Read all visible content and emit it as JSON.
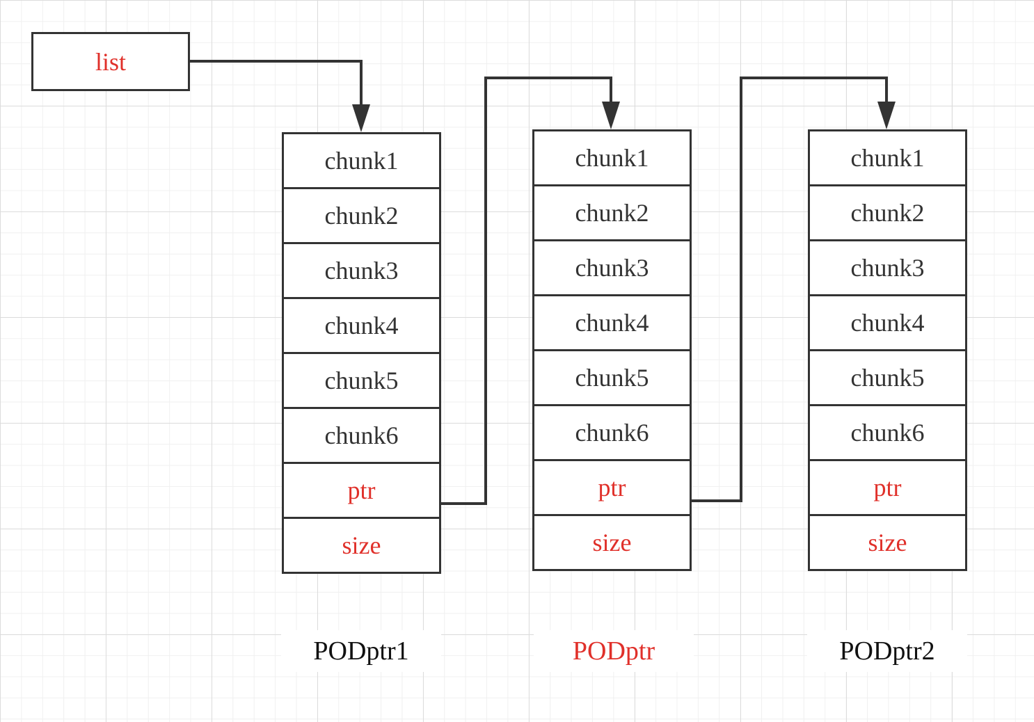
{
  "list": {
    "label": "list"
  },
  "nodes": [
    {
      "cells": [
        "chunk1",
        "chunk2",
        "chunk3",
        "chunk4",
        "chunk5",
        "chunk6",
        "ptr",
        "size"
      ],
      "caption": "PODptr1"
    },
    {
      "cells": [
        "chunk1",
        "chunk2",
        "chunk3",
        "chunk4",
        "chunk5",
        "chunk6",
        "ptr",
        "size"
      ],
      "caption": "PODptr"
    },
    {
      "cells": [
        "chunk1",
        "chunk2",
        "chunk3",
        "chunk4",
        "chunk5",
        "chunk6",
        "ptr",
        "size"
      ],
      "caption": "PODptr2"
    }
  ],
  "colors": {
    "text": "#333333",
    "highlight": "#e0302a",
    "line": "#333333"
  }
}
